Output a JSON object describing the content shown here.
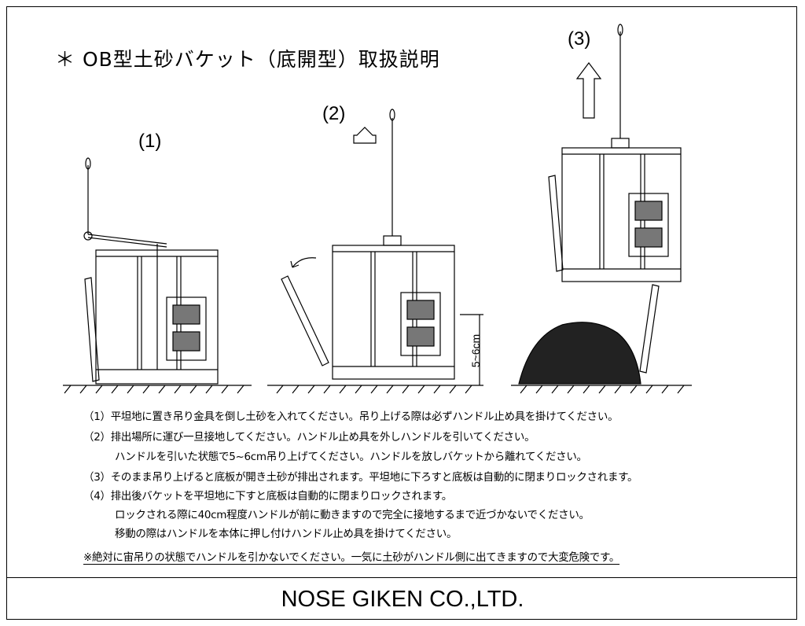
{
  "title": "＊ OB型土砂バケット（底開型）取扱説明",
  "steps": {
    "s1": "(1)",
    "s2": "(2)",
    "s3": "(3)"
  },
  "dimension_label": "5~6cm",
  "instructions": [
    "（1）平坦地に置き吊り金具を倒し土砂を入れてください。吊り上げる際は必ずハンドル止め具を掛けてください。",
    "（2）排出場所に運び一旦接地してください。ハンドル止め具を外しハンドルを引いてください。",
    "ハンドルを引いた状態で5~6cm吊り上げてください。ハンドルを放しバケットから離れてください。",
    "（3）そのまま吊り上げると底板が開き土砂が排出されます。平坦地に下ろすと底板は自動的に閉まりロックされます。",
    "（4）排出後バケットを平坦地に下すと底板は自動的に閉まりロックされます。",
    "ロックされる際に40cm程度ハンドルが前に動きますので完全に接地するまで近づかないでください。",
    "移動の際はハンドルを本体に押し付けハンドル止め具を掛けてください。"
  ],
  "warning": "※絶対に宙吊りの状態でハンドルを引かないでください。一気に土砂がハンドル側に出てきますので大変危険です。",
  "footer": "NOSE GIKEN CO.,LTD."
}
